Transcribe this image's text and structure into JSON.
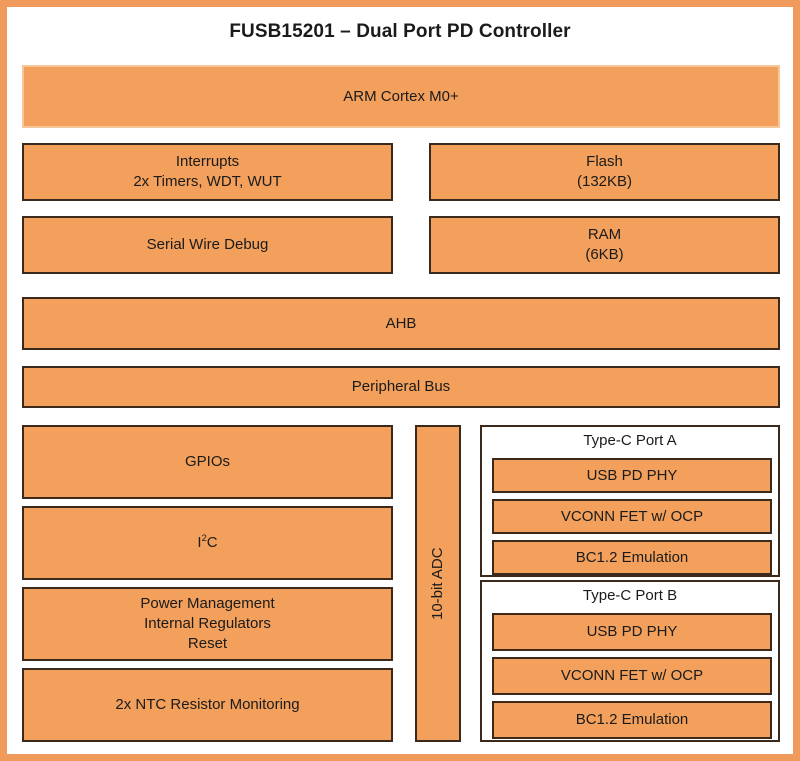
{
  "diagram": {
    "title": "FUSB15201 – Dual Port PD Controller",
    "frame_color": "#F09A5B",
    "block_fill": "#F2A05C",
    "block_border": "#3b2a1c",
    "background": "#ffffff"
  },
  "blocks": {
    "cpu": {
      "label": "ARM Cortex M0+"
    },
    "interrupts": {
      "line1": "Interrupts",
      "line2": "2x Timers, WDT, WUT"
    },
    "flash": {
      "line1": "Flash",
      "line2": "(132KB)"
    },
    "swd": {
      "label": "Serial Wire Debug"
    },
    "ram": {
      "line1": "RAM",
      "line2": "(6KB)"
    },
    "ahb": {
      "label": "AHB"
    },
    "peripheral_bus": {
      "label": "Peripheral Bus"
    },
    "gpios": {
      "label": "GPIOs"
    },
    "i2c": {
      "prefix": "I",
      "sup": "2",
      "suffix": "C"
    },
    "power_management": {
      "line1": "Power Management",
      "line2": "Internal Regulators",
      "line3": "Reset"
    },
    "ntc": {
      "label": "2x NTC Resistor Monitoring"
    },
    "adc": {
      "label": "10-bit ADC"
    }
  },
  "ports": [
    {
      "title": "Type-C Port A",
      "items": [
        {
          "label": "USB PD PHY"
        },
        {
          "label": "VCONN FET w/ OCP"
        },
        {
          "label": "BC1.2 Emulation"
        }
      ]
    },
    {
      "title": "Type-C Port B",
      "items": [
        {
          "label": "USB PD PHY"
        },
        {
          "label": "VCONN FET w/ OCP"
        },
        {
          "label": "BC1.2 Emulation"
        }
      ]
    }
  ]
}
